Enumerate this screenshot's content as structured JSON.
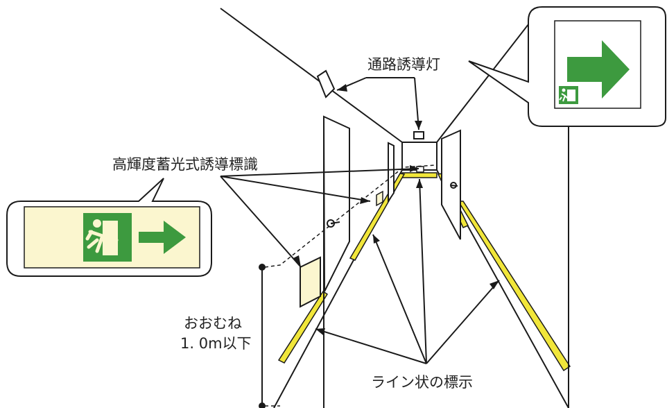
{
  "labels": {
    "path_guide_light": "通路誘導灯",
    "luminous_sign": "高輝度蓄光式誘導標識",
    "height_line1": "おおむね",
    "height_line2": "1. 0m以下",
    "line_marking": "ライン状の標示"
  },
  "colors": {
    "sign_green": "#3d9a3f",
    "luminous_bg": "#fbf6cf",
    "line_yellow": "#f1e63a",
    "stroke": "#1a1a1a",
    "text": "#222222"
  },
  "icons": {
    "exit_sign_icon": "running-man-exit-icon",
    "arrow_icon": "arrow-right-icon"
  }
}
